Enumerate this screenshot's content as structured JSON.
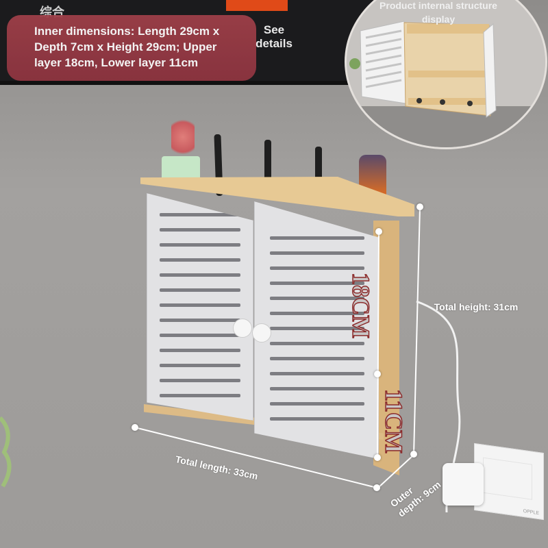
{
  "tv_text": "综合",
  "banner": {
    "text": "Inner dimensions: Length 29cm x Depth 7cm x Height 29cm; Upper layer 18cm, Lower layer 11cm",
    "see_details": "See details"
  },
  "inset": {
    "title": "Product internal structure display"
  },
  "dimensions": {
    "upper_layer": "18CM",
    "lower_layer": "11CM",
    "total_height": "Total height: 31cm",
    "total_length": "Total length: 33cm",
    "outer_depth": "Outer depth: 9cm"
  },
  "outlet_brand": "OPPLE",
  "colors": {
    "banner": "#9e3f49",
    "cabinet_door": "#e2e2e4",
    "wood": "#e7c994",
    "wall": "#9d9b99"
  }
}
